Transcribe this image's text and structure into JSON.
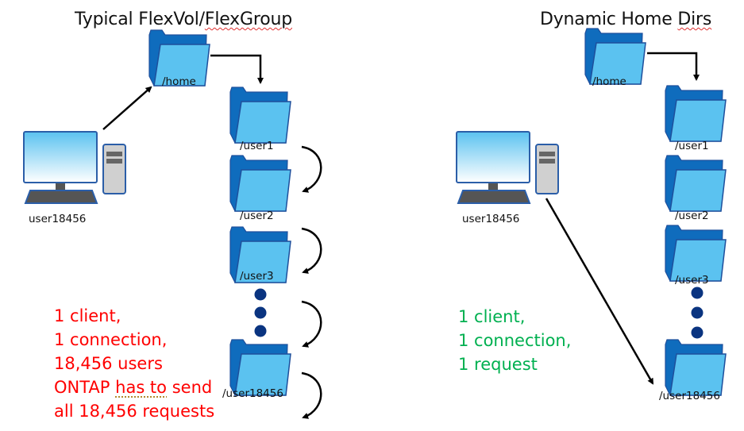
{
  "colors": {
    "folder_back": "#0f6cbd",
    "folder_front": "#5bc2f0",
    "folder_stroke": "#1e4f9c",
    "dot": "#0a3480",
    "arrow": "#000000",
    "problem_text": "#ff0000",
    "solution_text": "#00b050"
  },
  "left": {
    "title_a": "Typical FlexVol/",
    "title_b": "FlexGroup",
    "client_label": "user18456",
    "folders": [
      {
        "label": "/home"
      },
      {
        "label": "/user1"
      },
      {
        "label": "/user2"
      },
      {
        "label": "/user3"
      },
      {
        "label": "/user18456"
      }
    ],
    "note_lines": [
      "1 client,",
      "1 connection,",
      "18,456 users"
    ],
    "note_line4_a": "ONTAP ",
    "note_line4_b": "has to",
    "note_line4_c": " send",
    "note_line5": "all 18,456 requests"
  },
  "right": {
    "title_a": "Dynamic Home ",
    "title_b": "Dirs",
    "client_label": "user18456",
    "folders": [
      {
        "label": "/home"
      },
      {
        "label": "/user1"
      },
      {
        "label": "/user2"
      },
      {
        "label": "/user3"
      },
      {
        "label": "/user18456"
      }
    ],
    "note_lines": [
      "1 client,",
      "1 connection,",
      "1 request"
    ]
  }
}
